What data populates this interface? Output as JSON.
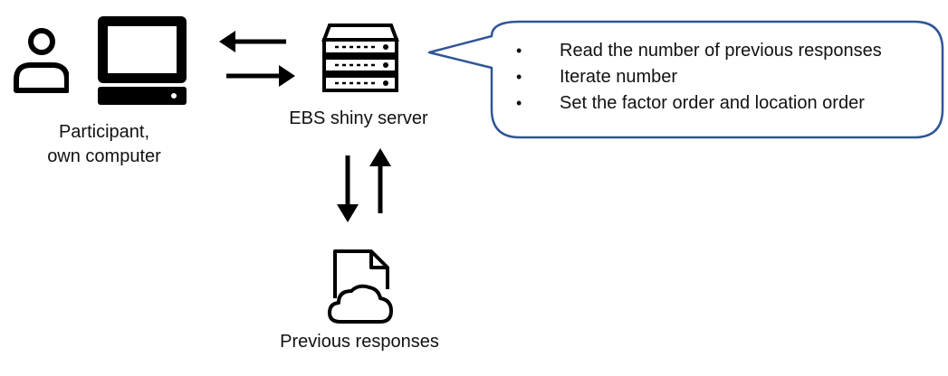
{
  "nodes": {
    "participant": {
      "line1": "Participant,",
      "line2": "own computer"
    },
    "server": {
      "label": "EBS shiny server"
    },
    "responses": {
      "label": "Previous responses"
    }
  },
  "bubble": {
    "items": [
      "Read the number of previous responses",
      "Iterate number",
      "Set the factor order and location order"
    ],
    "bullet": "•",
    "border_color": "#2f5597"
  },
  "icons": {
    "participant": "person-icon",
    "computer": "computer-icon",
    "server": "server-rack-icon",
    "responses": "cloud-document-icon",
    "arrows_horizontal": "swap-horizontal-arrows",
    "arrows_vertical": "swap-vertical-arrows"
  }
}
